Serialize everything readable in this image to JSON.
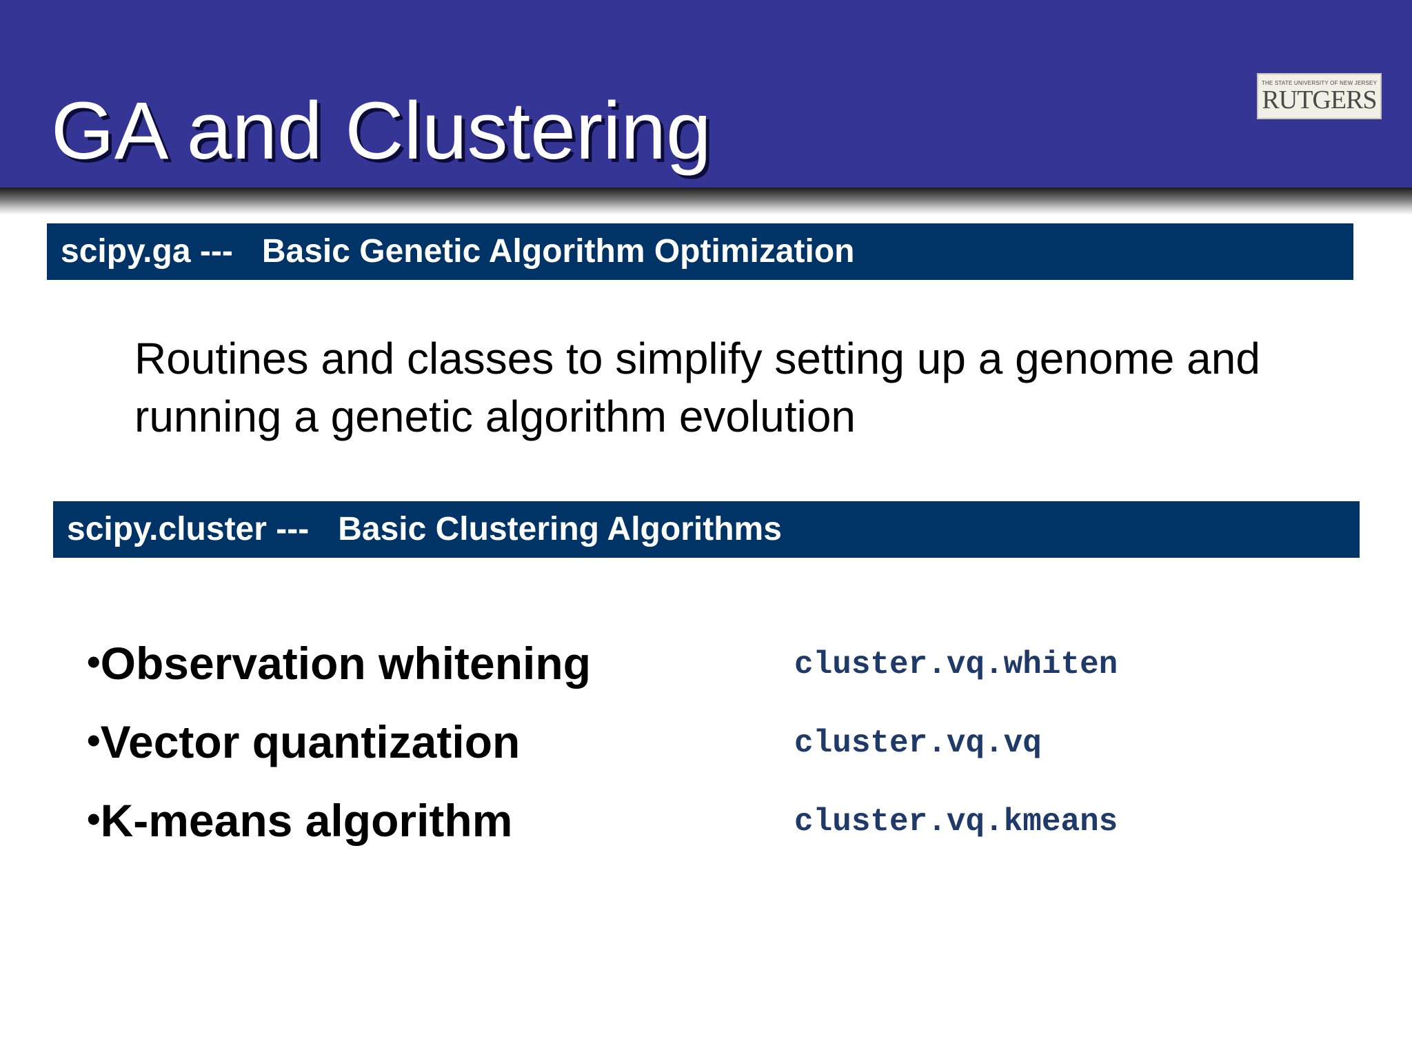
{
  "slide": {
    "title": "GA and Clustering",
    "logo": {
      "small_text": "THE STATE UNIVERSITY OF NEW JERSEY",
      "main_text": "RUTGERS"
    }
  },
  "ga_section": {
    "name": "scipy.ga ---",
    "description": "Basic Genetic Algorithm Optimization",
    "body": "Routines and classes to simplify setting up a genome and running a genetic algorithm evolution"
  },
  "cluster_section": {
    "name": "scipy.cluster ---",
    "description": "Basic Clustering Algorithms",
    "features": [
      {
        "bullet": "•",
        "label": "Observation whitening",
        "code": "cluster.vq.whiten"
      },
      {
        "bullet": "•",
        "label": "Vector quantization",
        "code": "cluster.vq.vq"
      },
      {
        "bullet": "•",
        "label": "K-means algorithm",
        "code": "cluster.vq.kmeans"
      }
    ]
  },
  "colors": {
    "header_background": "#353596",
    "section_bar": "#003366",
    "code_text": "#1f3a68"
  }
}
